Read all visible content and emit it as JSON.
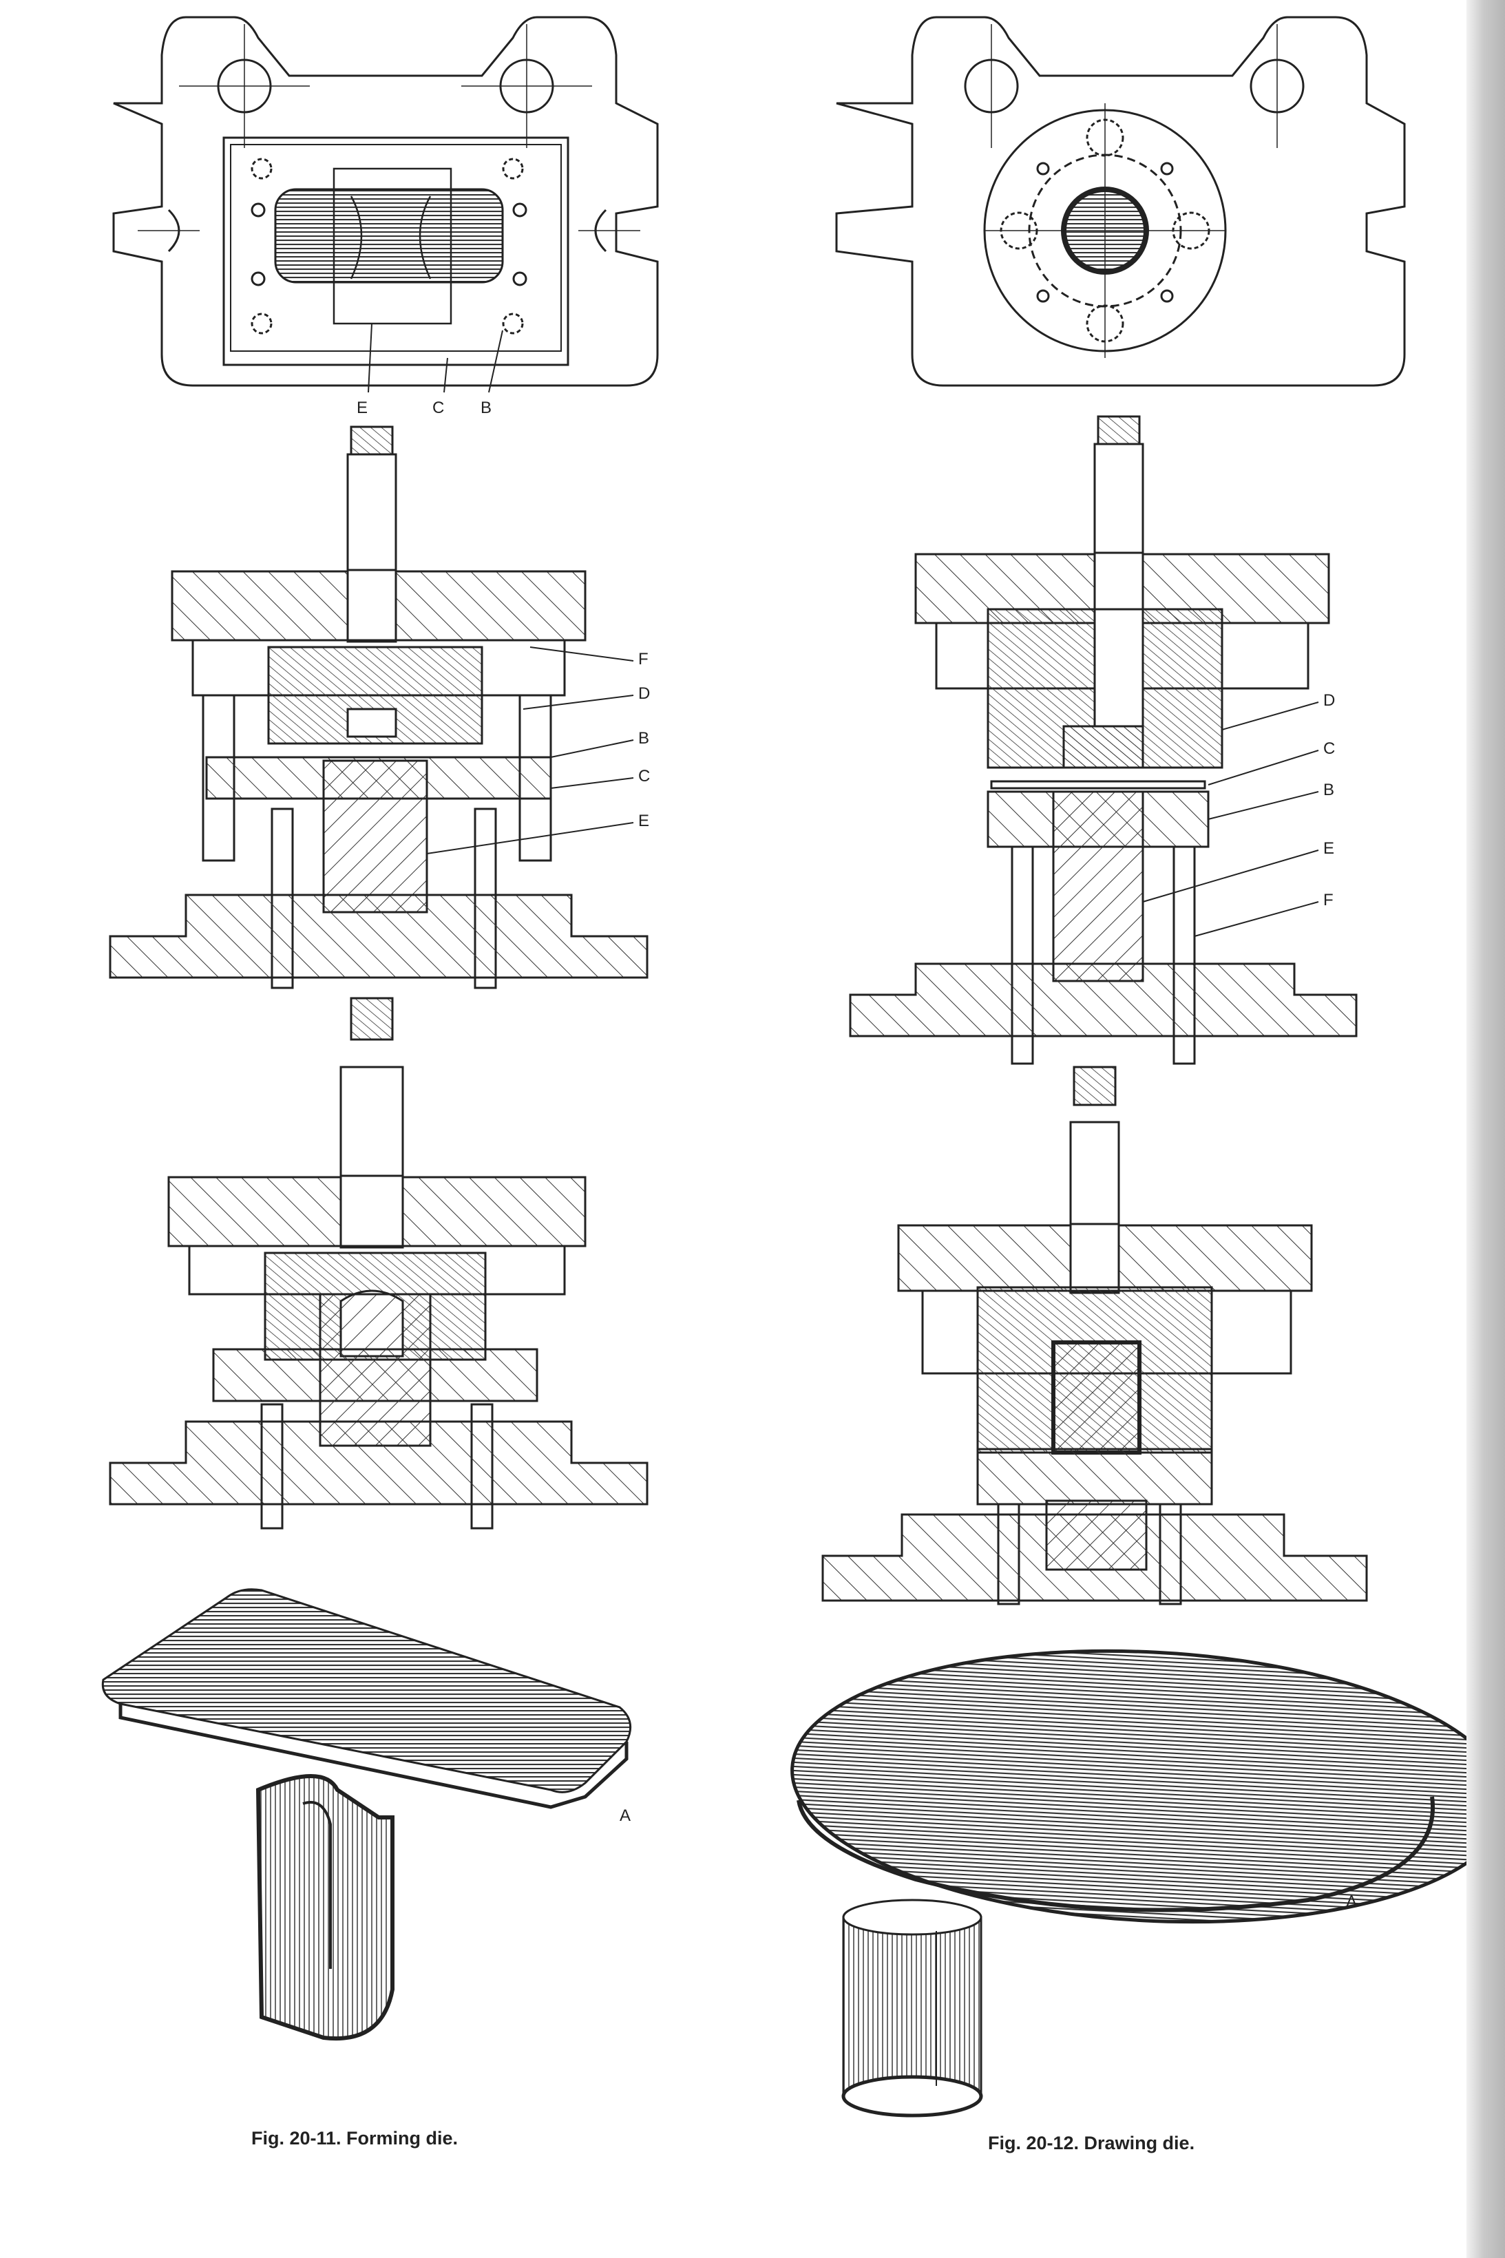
{
  "left_figure": {
    "caption": "Fig. 20-11. Forming die.",
    "plan_labels": [
      "E",
      "C",
      "B"
    ],
    "section_labels": [
      "F",
      "D",
      "B",
      "C",
      "E"
    ],
    "blank_label": "A"
  },
  "right_figure": {
    "caption": "Fig. 20-12. Drawing die.",
    "section_labels": [
      "D",
      "C",
      "B",
      "E",
      "F"
    ],
    "blank_label": "A"
  }
}
